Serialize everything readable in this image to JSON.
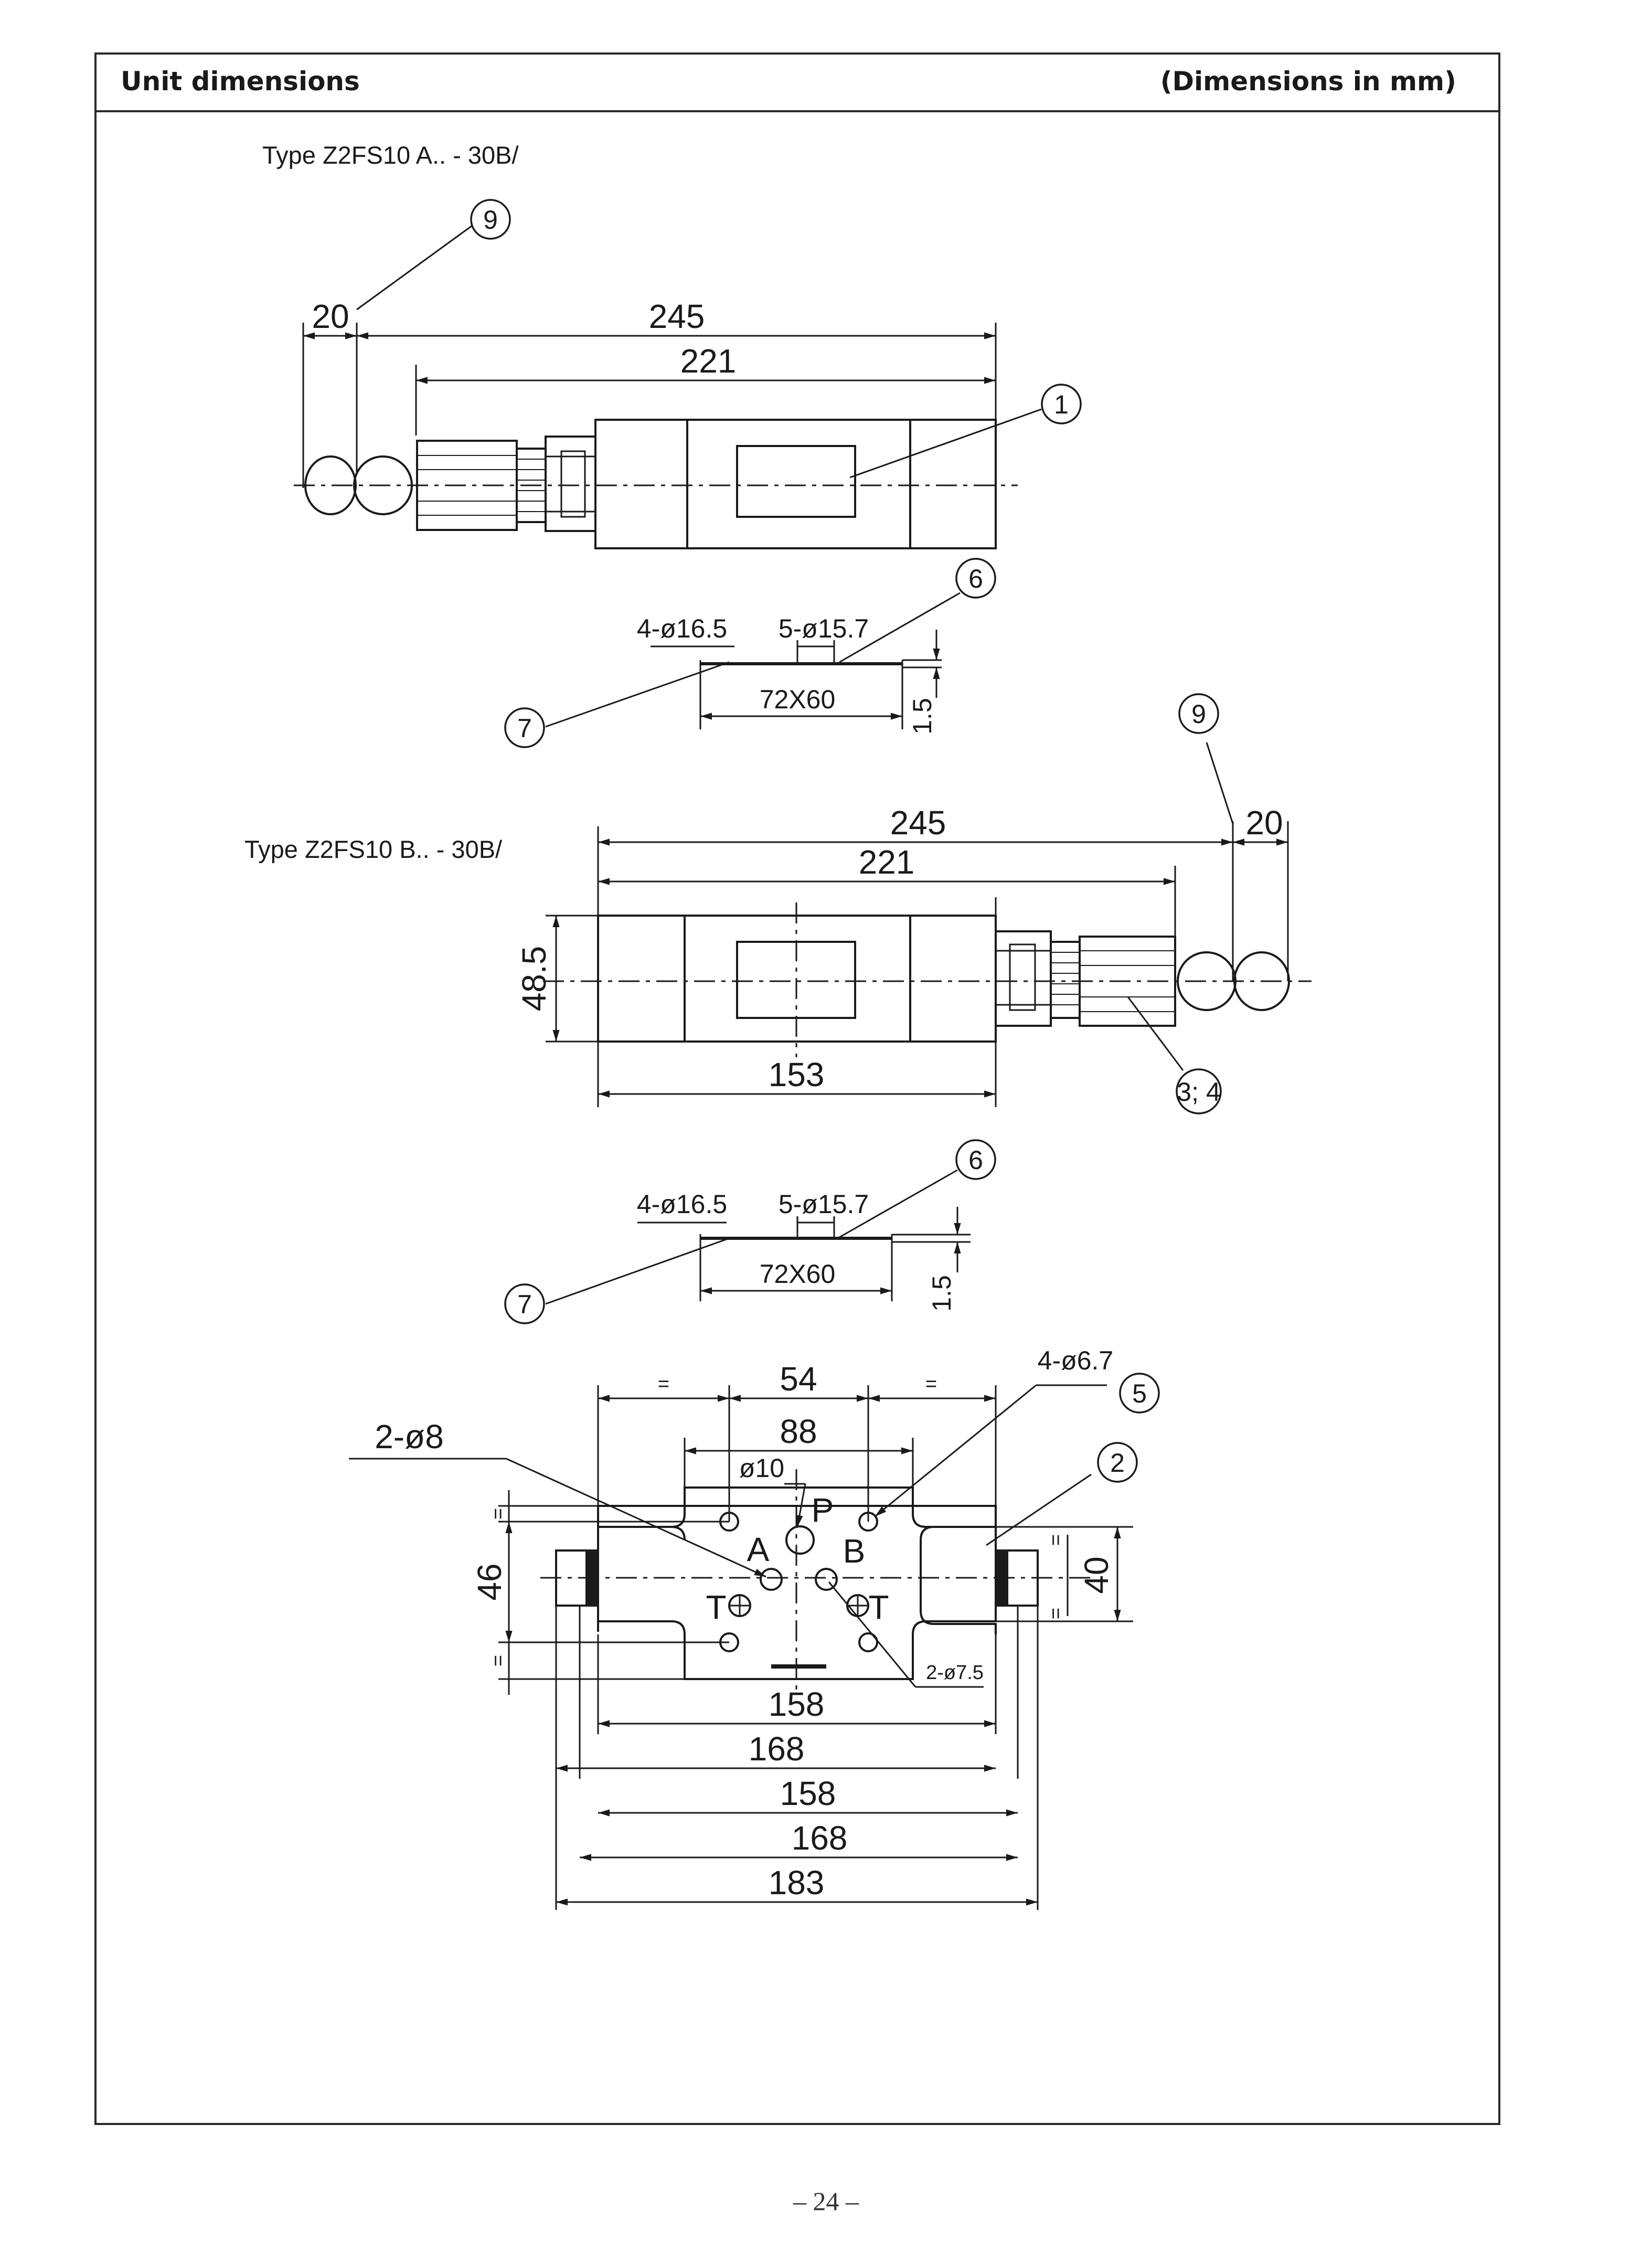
{
  "header": {
    "title": "Unit dimensions",
    "units_note": "(Dimensions in mm)"
  },
  "views": {
    "type_a": {
      "label": "Type Z2FS10 A.. - 30B/",
      "dim_overall": "245",
      "dim_body": "221",
      "dim_knob": "20",
      "balloon_knob": "9",
      "balloon_nameplate": "1"
    },
    "type_a_seal": {
      "holes_4": "4-ø16.5",
      "holes_5": "5-ø15.7",
      "plate": "72X60",
      "thickness": "1.5",
      "balloon_oring": "6",
      "balloon_plate": "7"
    },
    "type_b": {
      "label": "Type Z2FS10 B.. - 30B/",
      "dim_overall": "245",
      "dim_body": "221",
      "dim_knob": "20",
      "dim_height": "48.5",
      "dim_center": "153",
      "balloon_knob": "9",
      "balloon_adjust": "3; 4"
    },
    "type_b_seal": {
      "holes_4": "4-ø16.5",
      "holes_5": "5-ø15.7",
      "plate": "72X60",
      "thickness": "1.5",
      "balloon_oring": "6",
      "balloon_plate": "7"
    },
    "bottom_view": {
      "dim_54": "54",
      "dim_88": "88",
      "dim_46": "46",
      "dim_40": "40",
      "eq_mark": "=",
      "bolt_holes": "4-ø6.7",
      "holes_8": "2-ø8",
      "hole_10": "ø10",
      "holes_75": "2-ø7.5",
      "port_p": "P",
      "port_a": "A",
      "port_b": "B",
      "port_t_left": "T",
      "port_t_right": "T",
      "balloon_bolt": "5",
      "balloon_body": "2",
      "dim_158_a": "158",
      "dim_168_a": "168",
      "dim_158_b": "158",
      "dim_168_b": "168",
      "dim_183": "183"
    }
  },
  "footer": {
    "page_number": "– 24 –"
  }
}
